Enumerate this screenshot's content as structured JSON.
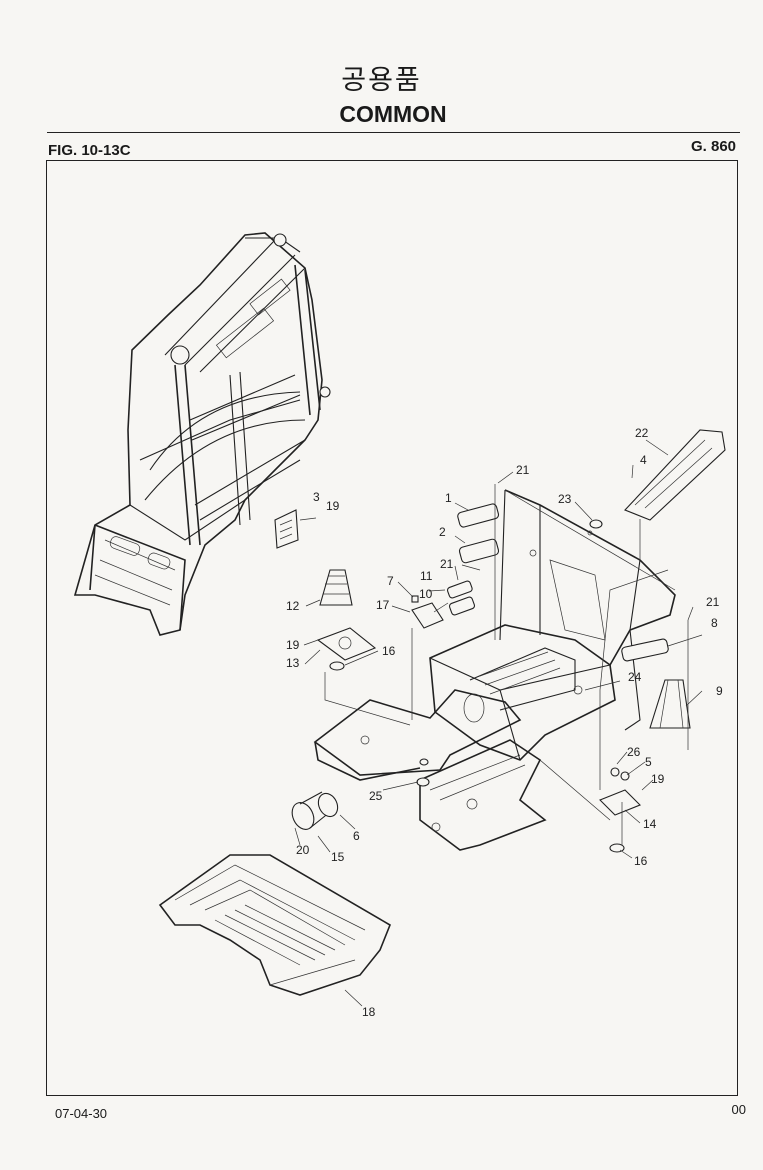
{
  "header": {
    "title_korean": "공용품",
    "title_english": "COMMON",
    "figure_number": "FIG. 10-13C",
    "group_number": "G. 860"
  },
  "footer": {
    "date": "07-04-30",
    "page": "00"
  },
  "callouts": [
    "1",
    "2",
    "3",
    "4",
    "5",
    "6",
    "7",
    "8",
    "9",
    "10",
    "11",
    "12",
    "13",
    "14",
    "15",
    "16",
    "16",
    "17",
    "18",
    "19",
    "19",
    "19",
    "20",
    "21",
    "21",
    "21",
    "22",
    "23",
    "24",
    "25",
    "26"
  ]
}
